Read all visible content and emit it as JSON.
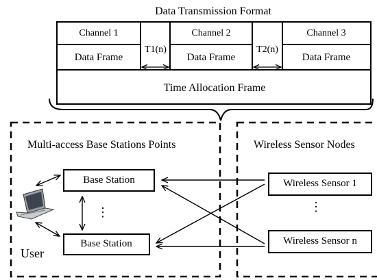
{
  "format": {
    "title": "Data Transmission Format",
    "channels": [
      "Channel 1",
      "Channel 2",
      "Channel 3"
    ],
    "data_frames": [
      "Data Frame",
      "Data Frame",
      "Data Frame"
    ],
    "gaps": [
      "T1(n)",
      "T2(n)"
    ],
    "time_allocation": "Time Allocation Frame"
  },
  "base_side": {
    "title": "Multi-access Base Stations Points",
    "stations": [
      "Base Station",
      "Base Station"
    ],
    "ellipsis": "⋮",
    "user_label": "User"
  },
  "sensor_side": {
    "title": "Wireless Sensor Nodes",
    "sensors": [
      "Wireless Sensor 1",
      "Wireless Sensor n"
    ],
    "ellipsis": "⋮"
  }
}
